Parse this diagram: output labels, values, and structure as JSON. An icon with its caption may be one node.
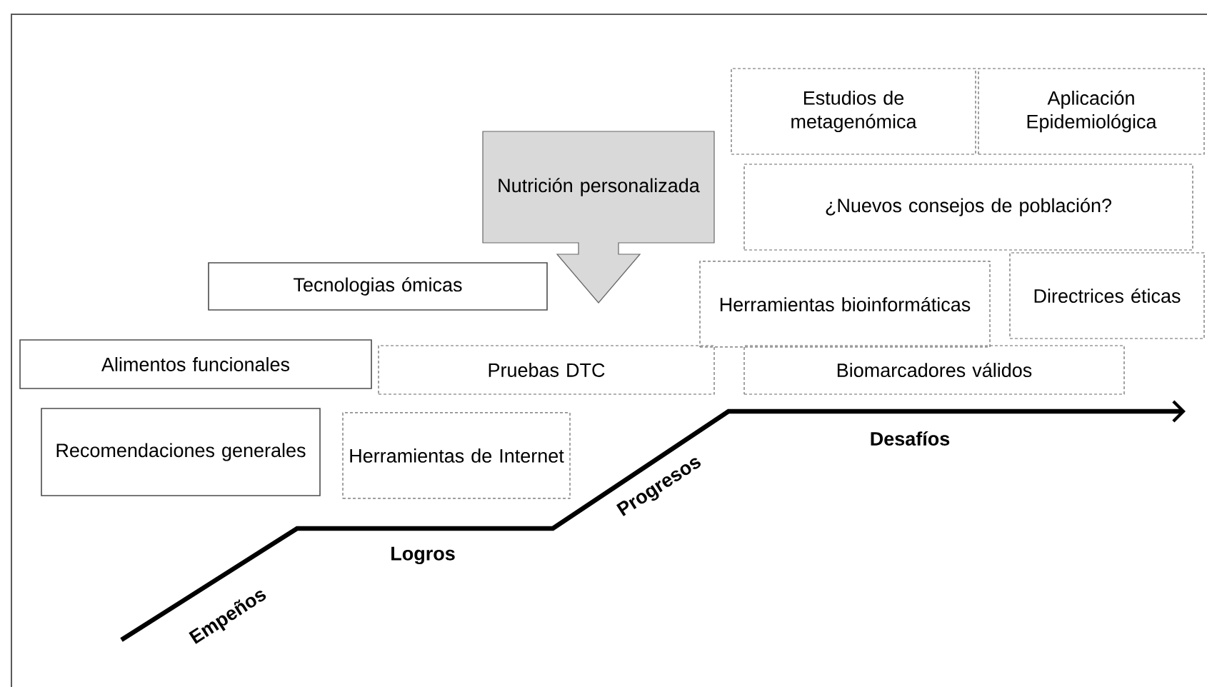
{
  "diagram": {
    "nodes": [
      {
        "text": [
          "Estudios de metagenómica"
        ]
      },
      {
        "text": [
          "Aplicación Epidemiológica"
        ]
      },
      {
        "text": [
          "¿Nuevos consejos de población?"
        ]
      },
      {
        "text": [
          "Nutrición personalizada"
        ]
      },
      {
        "text": [
          "Tecnologias ómicas"
        ]
      },
      {
        "text": [
          "Herramientas bioinformáticas"
        ]
      },
      {
        "text": [
          "Directrices éticas"
        ]
      },
      {
        "text": [
          "Alimentos funcionales"
        ]
      },
      {
        "text": [
          "Pruebas DTC"
        ]
      },
      {
        "text": [
          "Biomarcadores válidos"
        ]
      },
      {
        "text": [
          "Recomendaciones generales"
        ]
      },
      {
        "text": [
          "Herramientas de Internet"
        ]
      }
    ],
    "labels": [
      "Empeños",
      "Logros",
      "Progresos",
      "Desafíos"
    ]
  }
}
